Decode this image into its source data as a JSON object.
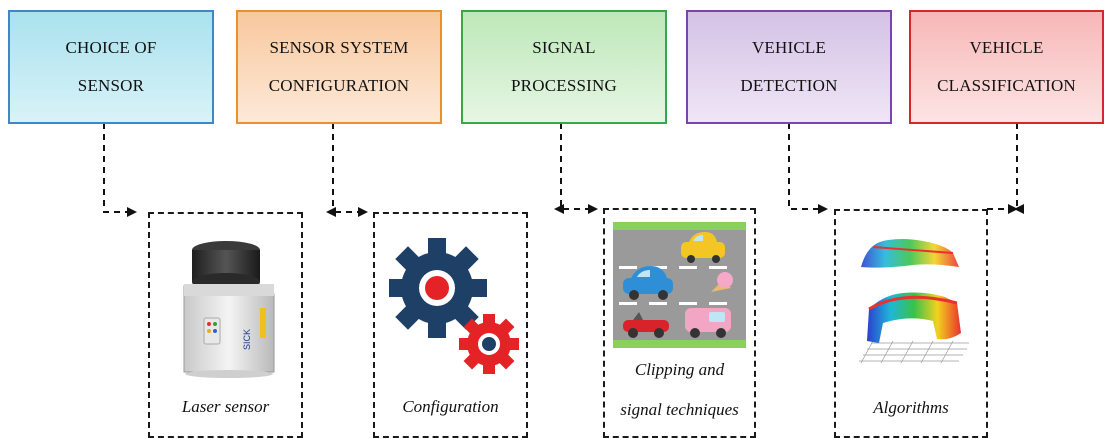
{
  "stages": [
    {
      "line1": "CHOICE OF",
      "line2": "SENSOR",
      "border": "#3f88c5",
      "fill_top": "#a9e2ee",
      "fill_bottom": "#d9f2f8"
    },
    {
      "line1": "SENSOR SYSTEM",
      "line2": "CONFIGURATION",
      "border": "#e8922e",
      "fill_top": "#f8c89e",
      "fill_bottom": "#fde9d8"
    },
    {
      "line1": "SIGNAL",
      "line2": "PROCESSING",
      "border": "#3aa64a",
      "fill_top": "#bde8b9",
      "fill_bottom": "#e6f6e4"
    },
    {
      "line1": "VEHICLE",
      "line2": "DETECTION",
      "border": "#7c44a8",
      "fill_top": "#d4c2e6",
      "fill_bottom": "#efe6f6"
    },
    {
      "line1": "VEHICLE",
      "line2": "CLASSIFICATION",
      "border": "#d6262b",
      "fill_top": "#f7b7b7",
      "fill_bottom": "#fde4e4"
    }
  ],
  "cards": [
    {
      "caption": "Laser sensor",
      "icon": "laser-scanner-icon"
    },
    {
      "caption": "Configuration",
      "icon": "gears-icon"
    },
    {
      "caption_line1": "Clipping and",
      "caption_line2": "signal techniques",
      "icon": "traffic-cars-icon"
    },
    {
      "caption": "Algorithms",
      "icon": "3d-point-cloud-icon"
    }
  ],
  "sensor_brand": "SICK"
}
